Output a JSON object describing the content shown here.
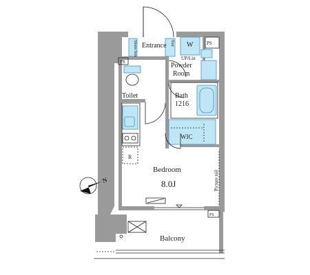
{
  "floorplan": {
    "rooms": {
      "entrance": "Entrance",
      "shoes_box": "Shoes box",
      "stor": "Stor",
      "washer": "W",
      "ps_top": "PS",
      "powder_room_line1": "Powder",
      "powder_room_line2": "Room",
      "up_lin": "UP/Lin",
      "ps_left": "PS",
      "toilet": "Toilet",
      "bath": "Bath",
      "bath_size": "1216",
      "wic": "WIC",
      "fridge": "R",
      "bedroom": "Bedroom",
      "bedroom_size": "8.0J",
      "picture_rail": "Picture rail",
      "ps_bottom": "PS",
      "balcony": "Balcony"
    },
    "compass": {
      "north_label": "N"
    },
    "colors": {
      "wall": "#9a9a9a",
      "wall_dark": "#7d7d7d",
      "water": "#bfe6f5",
      "fixture_line": "#4a90c4",
      "line": "#222222"
    }
  }
}
